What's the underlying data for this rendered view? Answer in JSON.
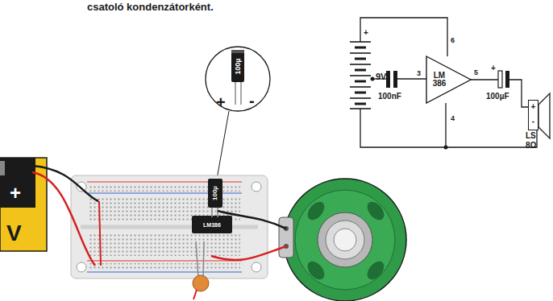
{
  "diagram": {
    "nodes": [
      {
        "text": [
          "LM 386"
        ]
      },
      {
        "text": [
          "+",
          "-"
        ]
      }
    ],
    "labels": [
      "csatoló kondenzátorként.",
      "+",
      "9V",
      "100nF",
      "3",
      "6",
      "4",
      "5",
      "+",
      "100µF",
      "LS",
      "8Ω",
      "100µ",
      "+",
      "-",
      "+",
      "V",
      "100µ",
      "LM386"
    ]
  }
}
